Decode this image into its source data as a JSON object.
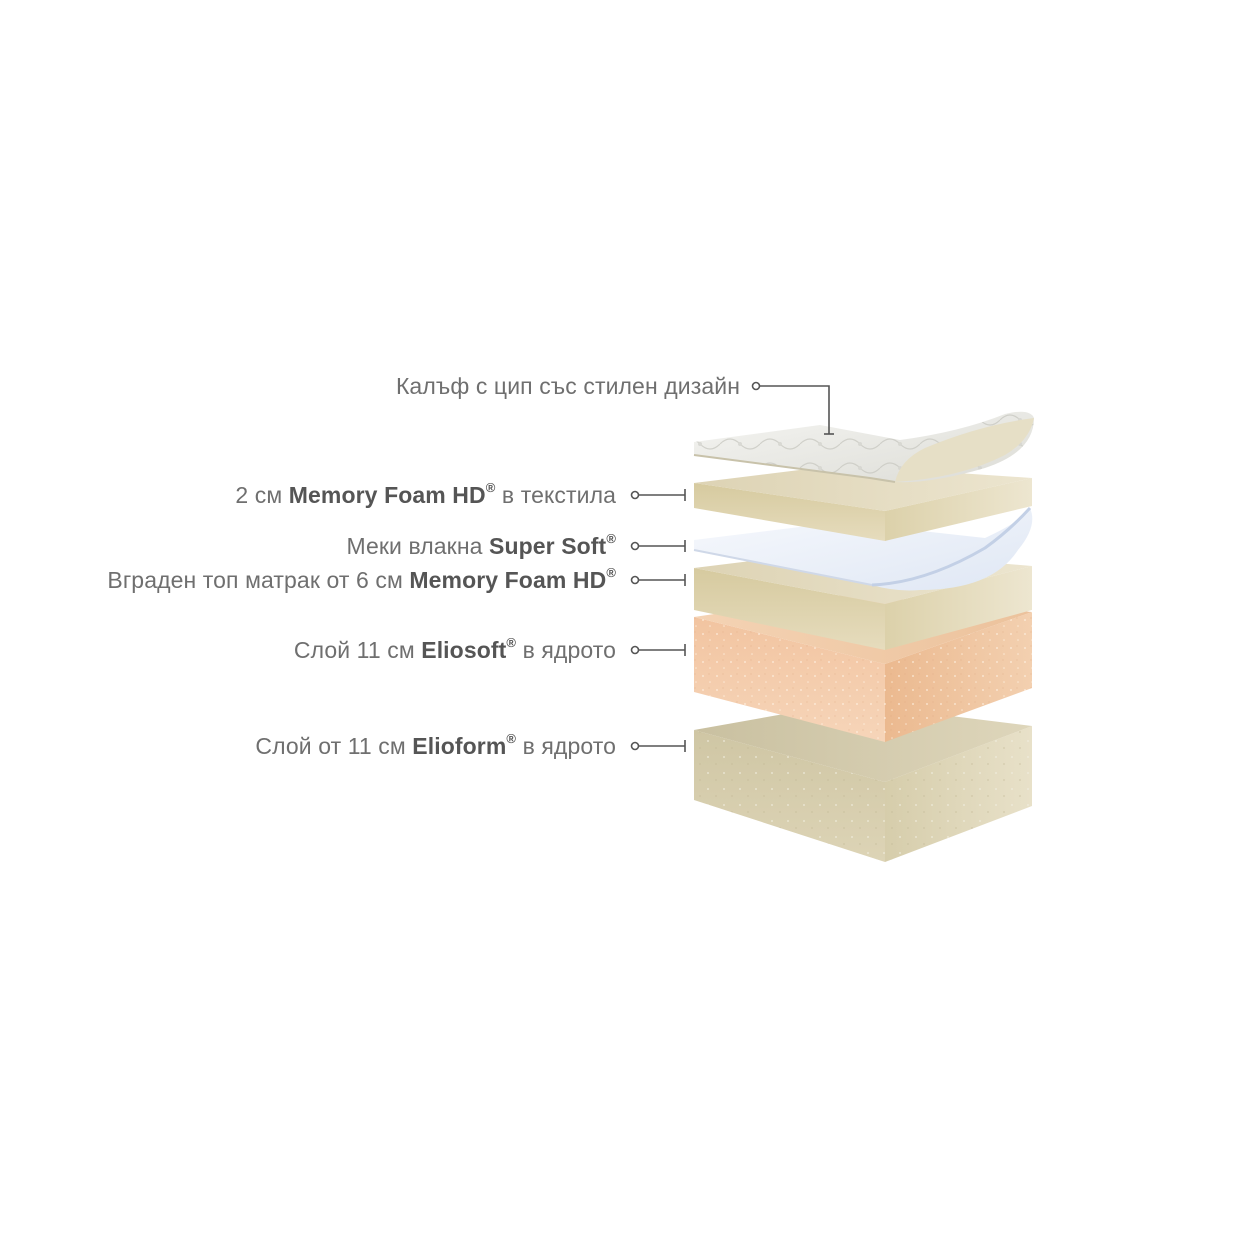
{
  "labels": [
    {
      "id": "cover",
      "pre": "Калъф с цип със стилен дизайн",
      "bold": "",
      "mark": "",
      "post": ""
    },
    {
      "id": "memory-2cm",
      "pre": "2 см ",
      "bold": "Memory Foam HD",
      "mark": "®",
      "post": " в текстила"
    },
    {
      "id": "super-soft",
      "pre": "Меки влакна ",
      "bold": "Super Soft",
      "mark": "®",
      "post": ""
    },
    {
      "id": "topper-6cm",
      "pre": "Вграден топ матрак от 6 см ",
      "bold": "Memory Foam HD",
      "mark": "®",
      "post": ""
    },
    {
      "id": "eliosoft",
      "pre": "Слой 11 см ",
      "bold": "Eliosoft",
      "mark": "®",
      "post": " в ядрото"
    },
    {
      "id": "elioform",
      "pre": "Слой от 11 см ",
      "bold": "Elioform",
      "mark": "®",
      "post": " в ядрото"
    }
  ],
  "colors": {
    "text": "#6f6f6f",
    "text_bold": "#555555",
    "leader": "#555555",
    "memory_foam": "#e6dcc0",
    "super_soft": "#e4ebf6",
    "eliosoft": "#f0c9a5",
    "elioform": "#ddd3b3",
    "cover": "#f2f2ee"
  }
}
